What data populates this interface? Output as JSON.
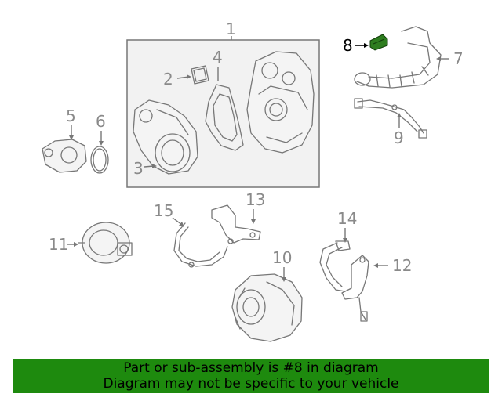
{
  "callouts": {
    "c1": "1",
    "c2": "2",
    "c3": "3",
    "c4": "4",
    "c5": "5",
    "c6": "6",
    "c7": "7",
    "c8": "8",
    "c9": "9",
    "c10": "10",
    "c11": "11",
    "c12": "12",
    "c13": "13",
    "c14": "14",
    "c15": "15"
  },
  "highlight": {
    "part_number": "8",
    "color": "#2e7d1f"
  },
  "banner": {
    "line1": "Part or sub-assembly is #8 in diagram",
    "line2": "Diagram may not be specific to your vehicle",
    "background": "#1e8a0e"
  }
}
